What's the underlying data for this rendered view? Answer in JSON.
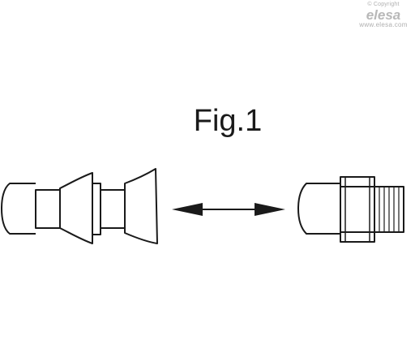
{
  "watermark": {
    "copyright": "© Copyright",
    "brand": "elesa",
    "url": "www.elesa.com"
  },
  "figure": {
    "title": "Fig.1"
  },
  "colors": {
    "line": "#1a1a1a",
    "watermark": "#b0b0b0",
    "background": "#ffffff"
  }
}
